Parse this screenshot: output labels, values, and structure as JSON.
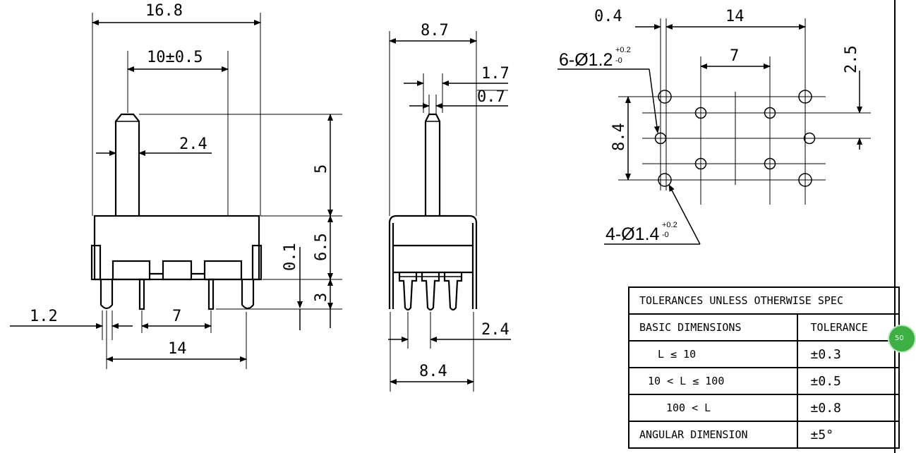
{
  "front_view": {
    "width_label": "16.8",
    "lever_span_label": "10±0.5",
    "actuator_label": "2.4",
    "actuator_height_label": "5",
    "body_height_label": "6.5",
    "gap_label": "0.1",
    "pin_length_label": "3",
    "pin_width_label": "1.2",
    "pin_pitch_label": "7",
    "pin_span_label": "14"
  },
  "side_view": {
    "top_width_label": "8.7",
    "shaft_label_1": "1.7",
    "shaft_label_2": "0.7",
    "pin_offset_label": "2.4",
    "bottom_width_label": "8.4"
  },
  "footprint": {
    "edge_label": "0.4",
    "span_label": "14",
    "pitch_label": "7",
    "row_pitch_label": "2.5",
    "height_label": "8.4",
    "holes_small_main": "6-Ø1.2",
    "holes_small_tol_plus": "+0.2",
    "holes_small_tol_minus": "-0",
    "holes_large_main": "4-Ø1.4",
    "holes_large_tol_plus": "+0.2",
    "holes_large_tol_minus": "-0"
  },
  "tolerance_table": {
    "header": "TOLERANCES UNLESS OTHERWISE SPEC",
    "col_basic": "BASIC DIMENSIONS",
    "col_tol": "TOLERANCE",
    "rows": [
      {
        "range": "L ≤ 10",
        "tol": "±0.3"
      },
      {
        "range": "10 < L ≤ 100",
        "tol": "±0.5"
      },
      {
        "range": "100 < L",
        "tol": "±0.8"
      },
      {
        "range": "ANGULAR DIMENSION",
        "tol": "±5°"
      }
    ]
  },
  "badge_text": "50"
}
